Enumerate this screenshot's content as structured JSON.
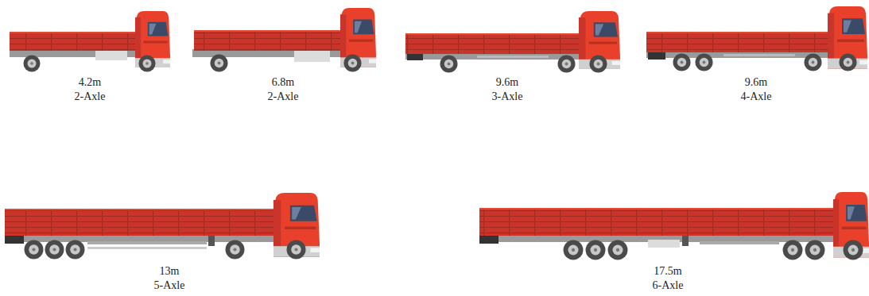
{
  "diagram": {
    "labels": [
      "4.2m",
      "2-Axle",
      "6.8m",
      "2-Axle",
      "9.6m",
      "3-Axle",
      "9.6m",
      "4-Axle",
      "13m",
      "5-Axle",
      "17.5m",
      "6-Axle"
    ]
  }
}
